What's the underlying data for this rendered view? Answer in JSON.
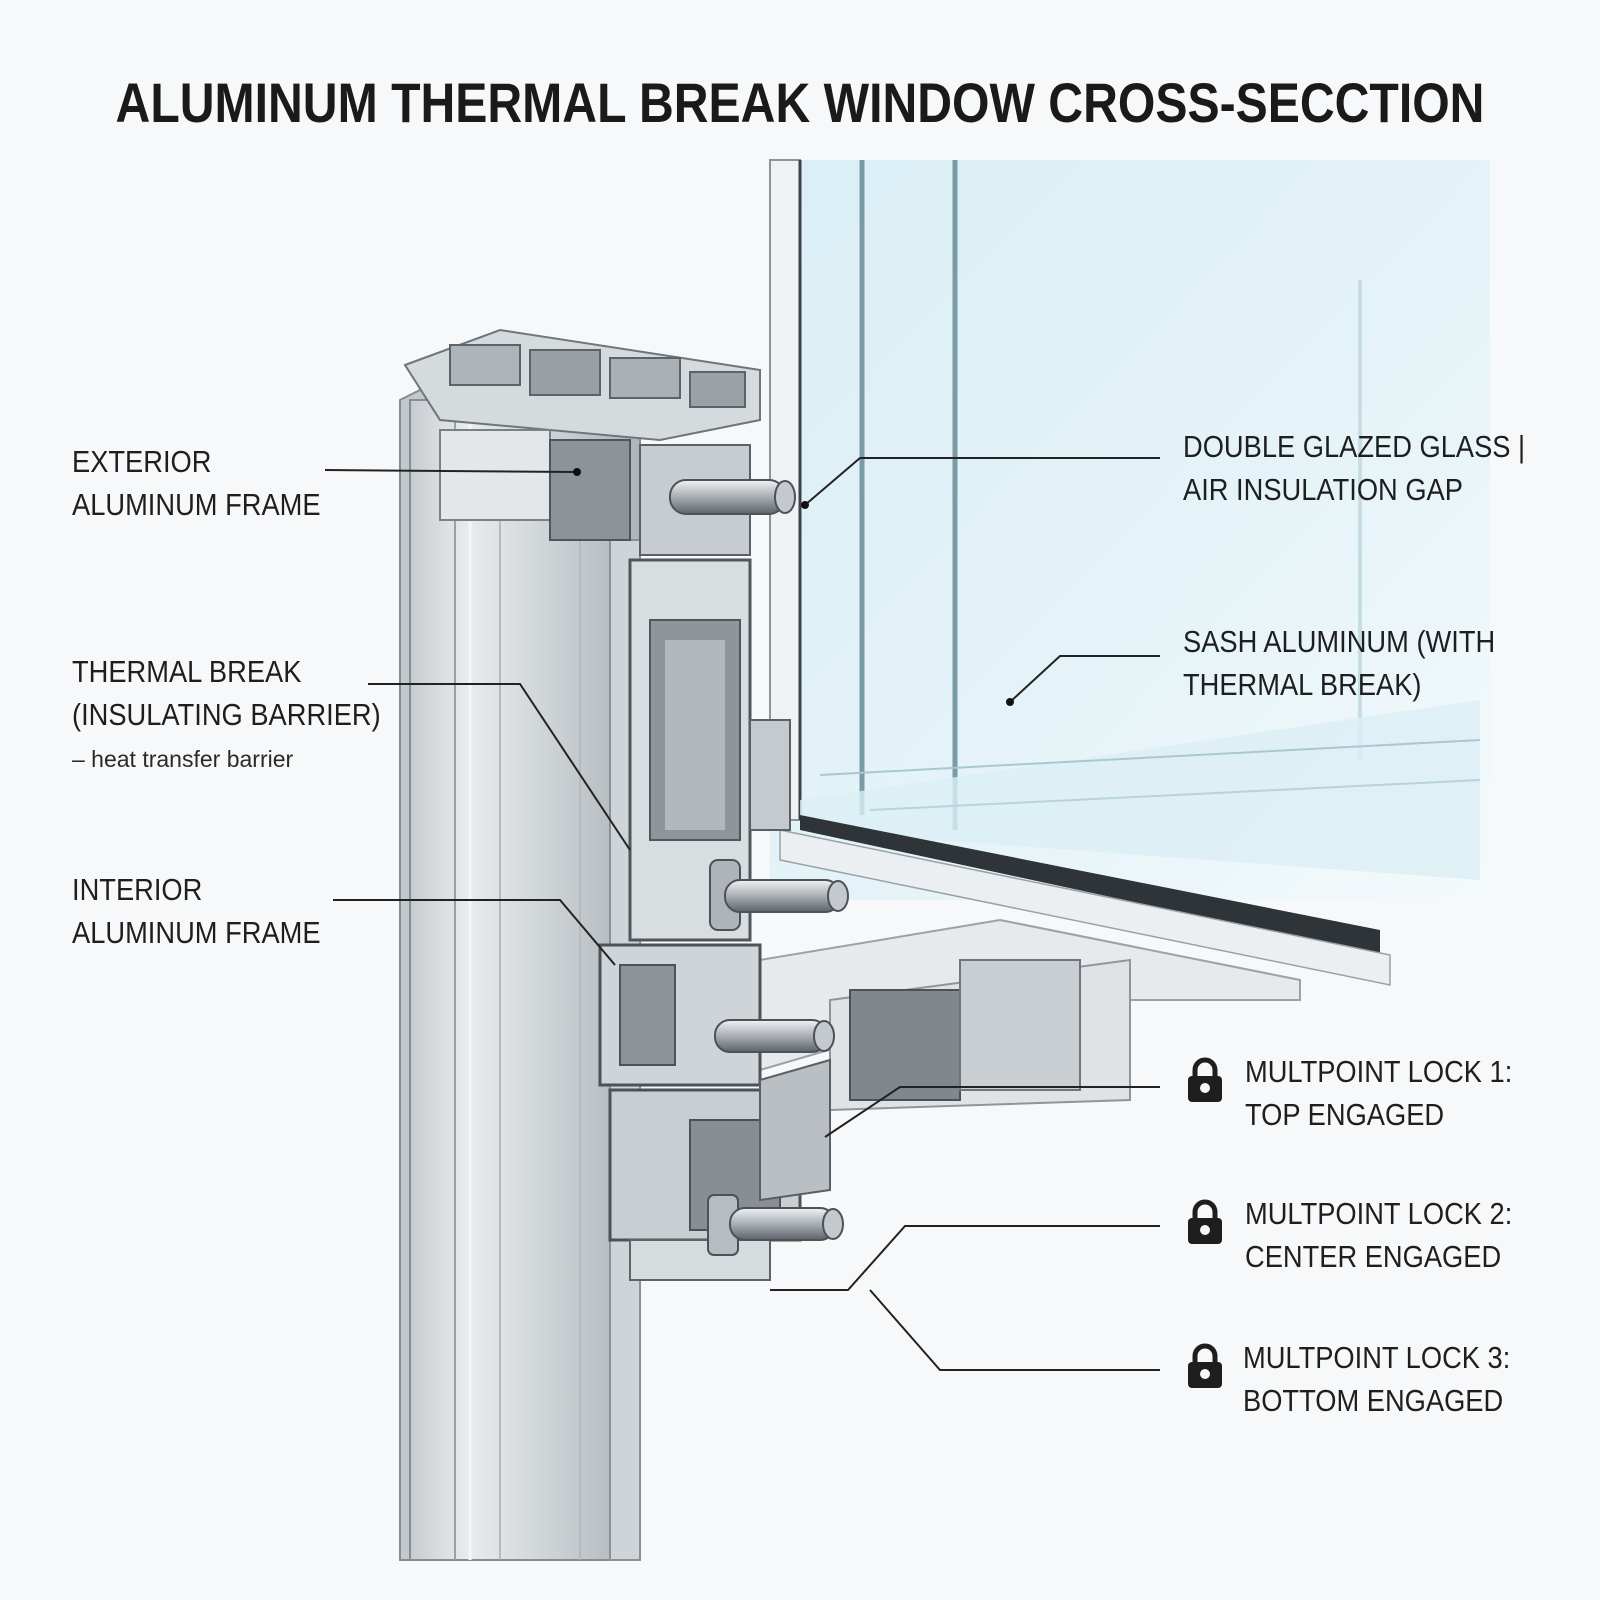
{
  "title": "ALUMINUM THERMAL BREAK WINDOW CROSS-SECCTION",
  "labels": {
    "exterior_frame": [
      "EXTERIOR",
      "ALUMINUM FRAME"
    ],
    "thermal_break": [
      "THERMAL BREAK",
      "(INSULATING BARRIER)"
    ],
    "thermal_break_note": "– heat transfer barrier",
    "interior_frame": [
      "INTERIOR",
      "ALUMINUM FRAME"
    ],
    "glass": [
      "DOUBLE GLAZED GLASS |",
      "AIR INSULATION GAP"
    ],
    "sash": [
      "SASH ALUMINUM (WITH",
      "THERMAL BREAK)"
    ],
    "lock1": [
      "MULTPOINT LOCK 1:",
      "TOP ENGAGED"
    ],
    "lock2": [
      "MULTPOINT LOCK 2:",
      "CENTER ENGAGED"
    ],
    "lock3": [
      "MULTPOINT LOCK 3:",
      "BOTTOM ENGAGED"
    ]
  },
  "icons": {
    "lock": "padlock-icon"
  },
  "colors": {
    "aluminum_light": "#d9dde0",
    "aluminum_mid": "#b4babf",
    "aluminum_dark": "#6e757b",
    "glass": "#cfe9f1",
    "text": "#1e1e1e",
    "leader": "#222222"
  }
}
